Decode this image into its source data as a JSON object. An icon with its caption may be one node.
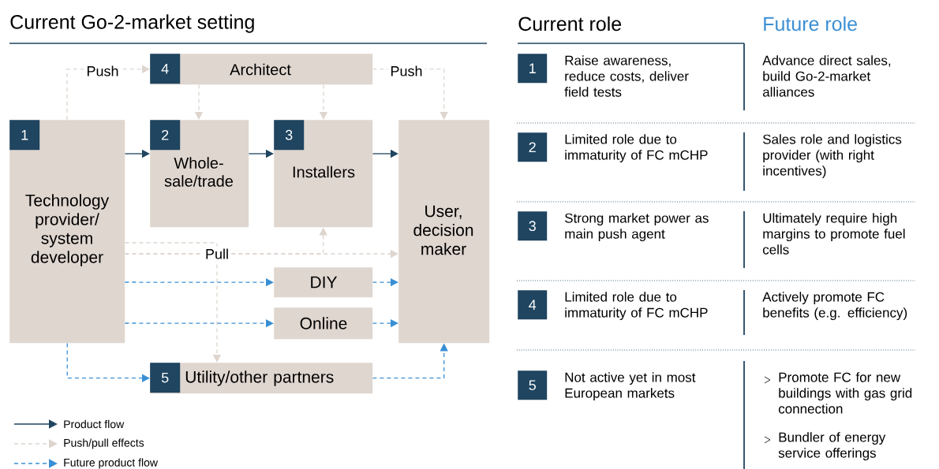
{
  "diagram": {
    "title": "Current Go-2-market setting",
    "nodes": [
      {
        "text": [
          "1",
          "Technology provider/ system developer"
        ]
      },
      {
        "text": [
          "2",
          "Whole- sale/trade"
        ]
      },
      {
        "text": [
          "3",
          "Installers"
        ]
      },
      {
        "text": [
          "4",
          "Architect"
        ]
      },
      {
        "text": [
          "User, decision maker"
        ]
      },
      {
        "text": [
          "DIY"
        ]
      },
      {
        "text": [
          "Online"
        ]
      },
      {
        "text": [
          "5",
          "Utility/other partners"
        ]
      }
    ],
    "edges": [
      {
        "from": 0,
        "to": 1,
        "arrow": "to",
        "color": "#1f4560"
      },
      {
        "from": 1,
        "to": 2,
        "arrow": "to",
        "color": "#1f4560"
      },
      {
        "from": 2,
        "to": 4,
        "arrow": "to",
        "color": "#1f4560"
      },
      {
        "from": 0,
        "to": 3,
        "arrow": "to",
        "label": "Push",
        "style": "dashed",
        "color": "#ddd5ce"
      },
      {
        "from": 3,
        "to": 1,
        "arrow": "to",
        "style": "dashed",
        "color": "#ddd5ce"
      },
      {
        "from": 3,
        "to": 2,
        "arrow": "to",
        "style": "dashed",
        "color": "#ddd5ce"
      },
      {
        "from": 3,
        "to": 4,
        "arrow": "to",
        "label": "Push",
        "style": "dashed",
        "color": "#ddd5ce"
      },
      {
        "from": 0,
        "to": 4,
        "arrow": "to",
        "label": "Pull",
        "style": "dashed",
        "color": "#ddd5ce"
      },
      {
        "from": 0,
        "to": 2,
        "arrow": "to",
        "style": "dashed",
        "color": "#ddd5ce"
      },
      {
        "from": 0,
        "to": 7,
        "arrow": "to",
        "style": "dashed",
        "color": "#ddd5ce"
      },
      {
        "from": 0,
        "to": 5,
        "arrow": "to",
        "style": "dashed",
        "color": "#3a8fd4"
      },
      {
        "from": 5,
        "to": 4,
        "arrow": "to",
        "style": "dashed",
        "color": "#3a8fd4"
      },
      {
        "from": 0,
        "to": 6,
        "arrow": "to",
        "style": "dashed",
        "color": "#3a8fd4"
      },
      {
        "from": 6,
        "to": 4,
        "arrow": "to",
        "style": "dashed",
        "color": "#3a8fd4"
      },
      {
        "from": 0,
        "to": 7,
        "arrow": "to",
        "style": "dashed",
        "color": "#3a8fd4"
      },
      {
        "from": 7,
        "to": 4,
        "arrow": "to",
        "style": "dashed",
        "color": "#3a8fd4"
      }
    ],
    "labels": [
      "Current role",
      "Future role",
      "1",
      "Raise awareness, reduce costs, deliver field tests",
      "Advance direct sales, build Go-2-market alliances",
      "2",
      "Limited role due to immaturity of FC mCHP",
      "Sales role and logistics provider (with right incentives)",
      "3",
      "Strong market power as main push agent",
      "Ultimately require high margins to promote fuel cells",
      "4",
      "Limited role due to immaturity of FC mCHP",
      "Actively promote FC benefits (e.g. efficiency)",
      "5",
      "Not active yet in most European markets",
      "Promote FC for new buildings with gas grid connection",
      "Bundler of energy service offerings"
    ],
    "legend": [
      {
        "text": "Product flow"
      },
      {
        "text": "Push/pull effects"
      },
      {
        "text": "Future product flow"
      }
    ]
  }
}
